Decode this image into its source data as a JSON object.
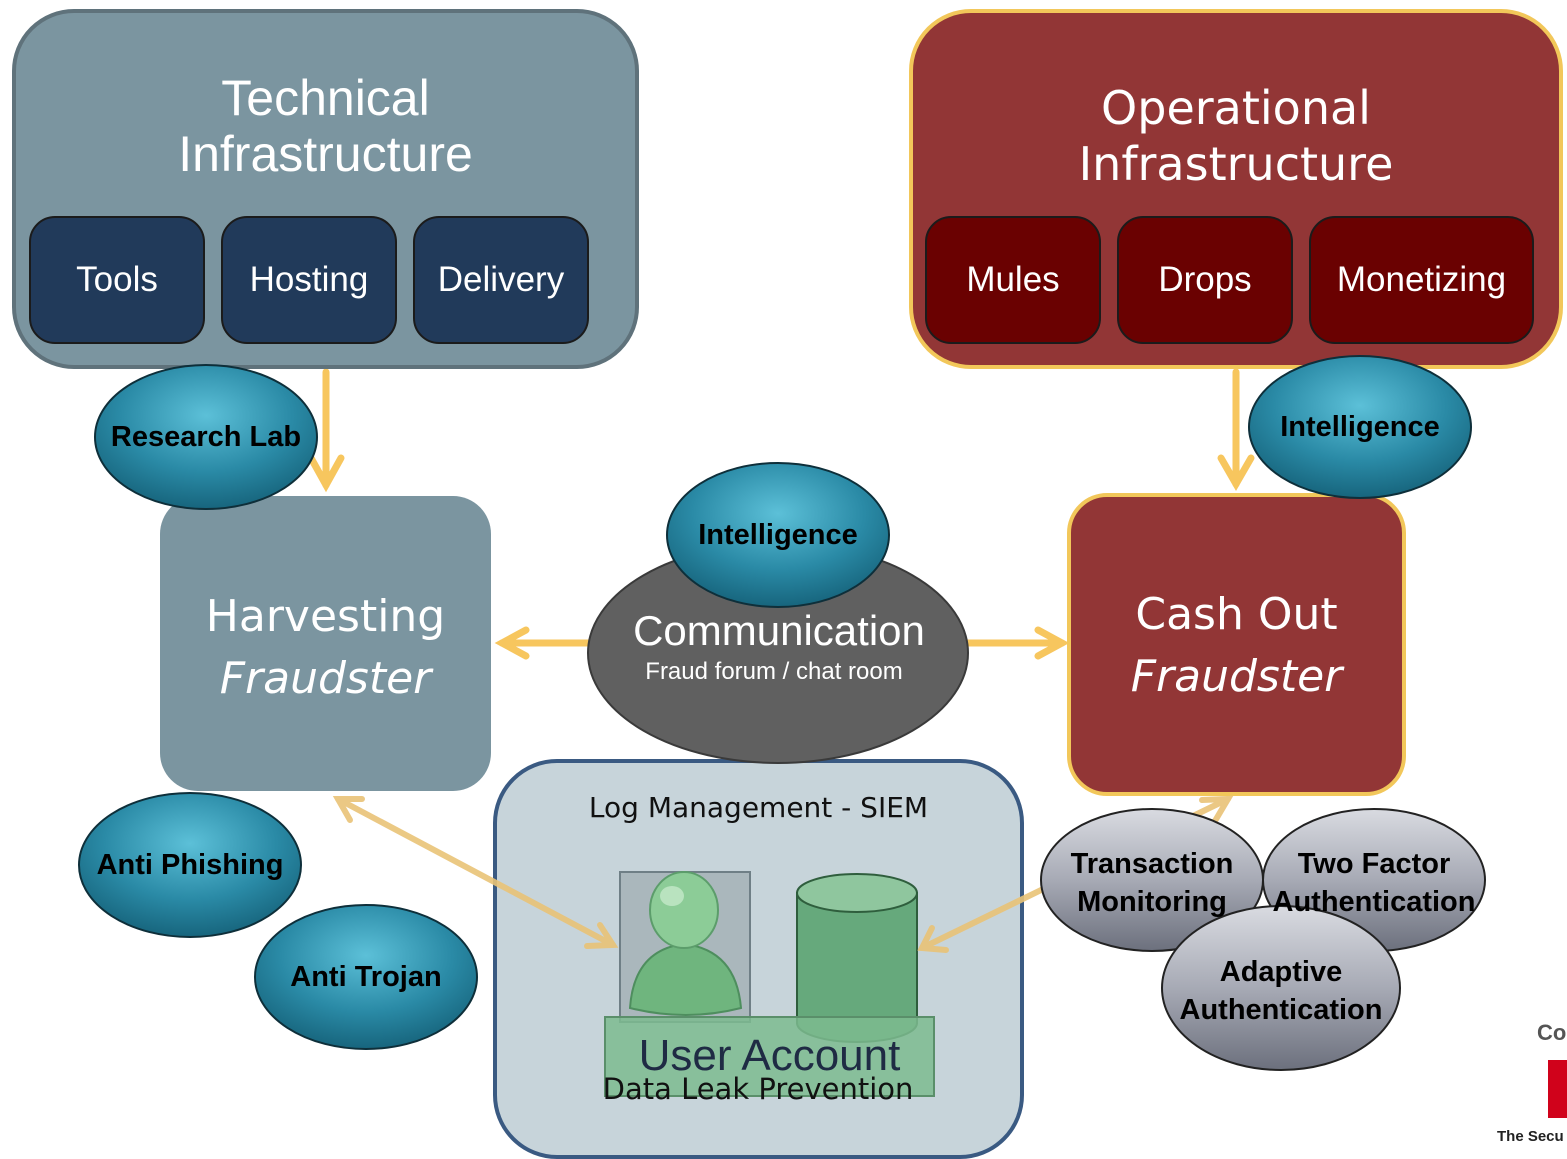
{
  "colors": {
    "slate": "#7b95a0",
    "navy": "#213a5a",
    "maroon": "#923636",
    "dark_red": "#6a0101",
    "gold": "#f2c75a",
    "teal_oval": "#2a8aa6",
    "silver_oval": "#a9acb7",
    "dark_oval": "#616161",
    "siem_bg": "#c7d4da",
    "green": "#66a97c",
    "logo_red": "#d0021b"
  },
  "technical": {
    "title_line1": "Technical",
    "title_line2": "Infrastructure",
    "items": [
      "Tools",
      "Hosting",
      "Delivery"
    ]
  },
  "operational": {
    "title_line1": "Operational",
    "title_line2": "Infrastructure",
    "items": [
      "Mules",
      "Drops",
      "Monetizing"
    ]
  },
  "harvesting": {
    "title": "Harvesting",
    "subtitle": "Fraudster"
  },
  "cashout": {
    "title": "Cash Out",
    "subtitle": "Fraudster"
  },
  "communication": {
    "title": "Communication",
    "subtitle": "Fraud forum / chat room"
  },
  "siem": {
    "title": "Log Management - SIEM",
    "account_label": "User Account",
    "dlp_label": "Data Leak Prevention"
  },
  "ovals": {
    "research_lab": "Research Lab",
    "intelligence_center": "Intelligence",
    "intelligence_right": "Intelligence",
    "anti_phishing": "Anti Phishing",
    "anti_trojan": "Anti Trojan",
    "transaction_line1": "Transaction",
    "transaction_line2": "Monitoring",
    "two_factor_line1": "Two Factor",
    "two_factor_line2": "Authentication",
    "adaptive_line1": "Adaptive",
    "adaptive_line2": "Authentication"
  },
  "logo": {
    "top_text": "Co",
    "bottom_text": "The Secu"
  }
}
